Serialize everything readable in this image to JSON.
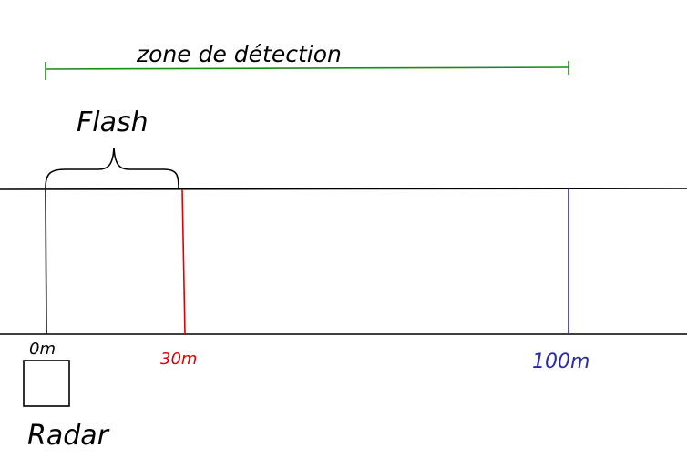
{
  "labels": {
    "detection_zone": "zone de détection",
    "flash": "Flash",
    "radar": "Radar",
    "mark_0": "0m",
    "mark_30": "30m",
    "mark_100": "100m"
  },
  "colors": {
    "ink": "#000000",
    "detection_zone": "#1a8a1a",
    "mark_30": "#e00000",
    "mark_100": "#2a2aa8"
  }
}
